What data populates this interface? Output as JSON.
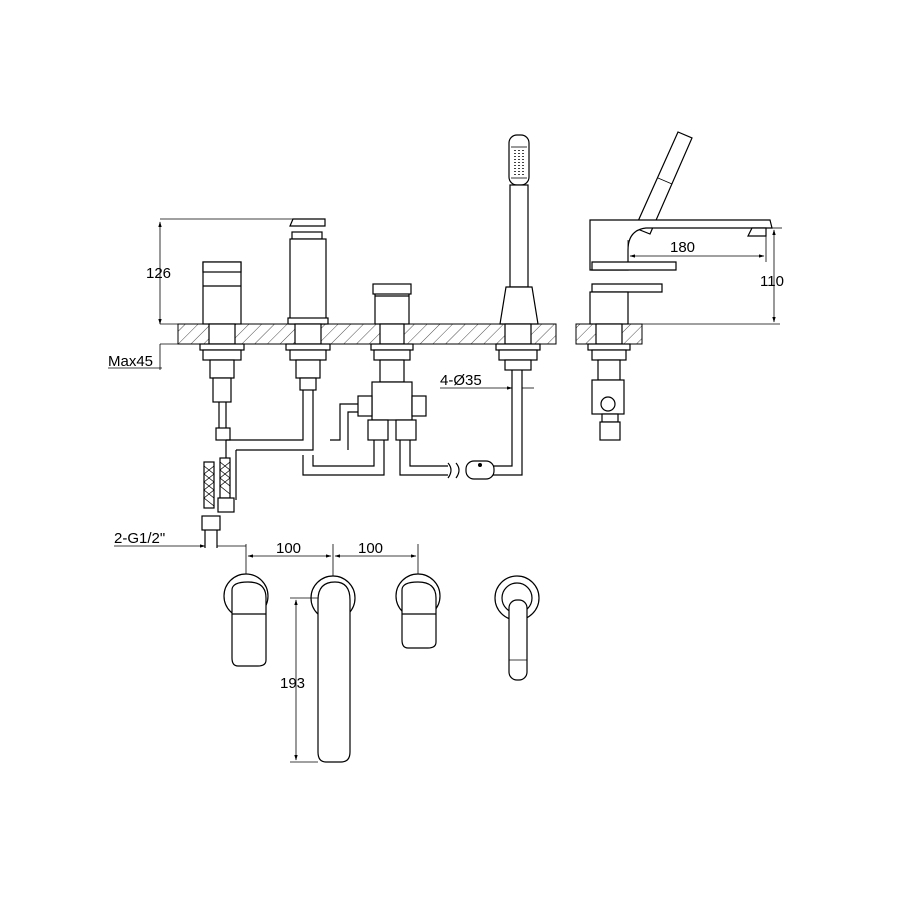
{
  "dimensions": {
    "height_126": "126",
    "max_thickness": "Max45",
    "hole_spec": "4-Ø35",
    "connection": "2-G1/2\"",
    "spacing_left": "100",
    "spacing_right": "100",
    "spout_length": "193",
    "reach_180": "180",
    "height_110": "110"
  },
  "colors": {
    "line": "#000000",
    "background": "#ffffff"
  }
}
